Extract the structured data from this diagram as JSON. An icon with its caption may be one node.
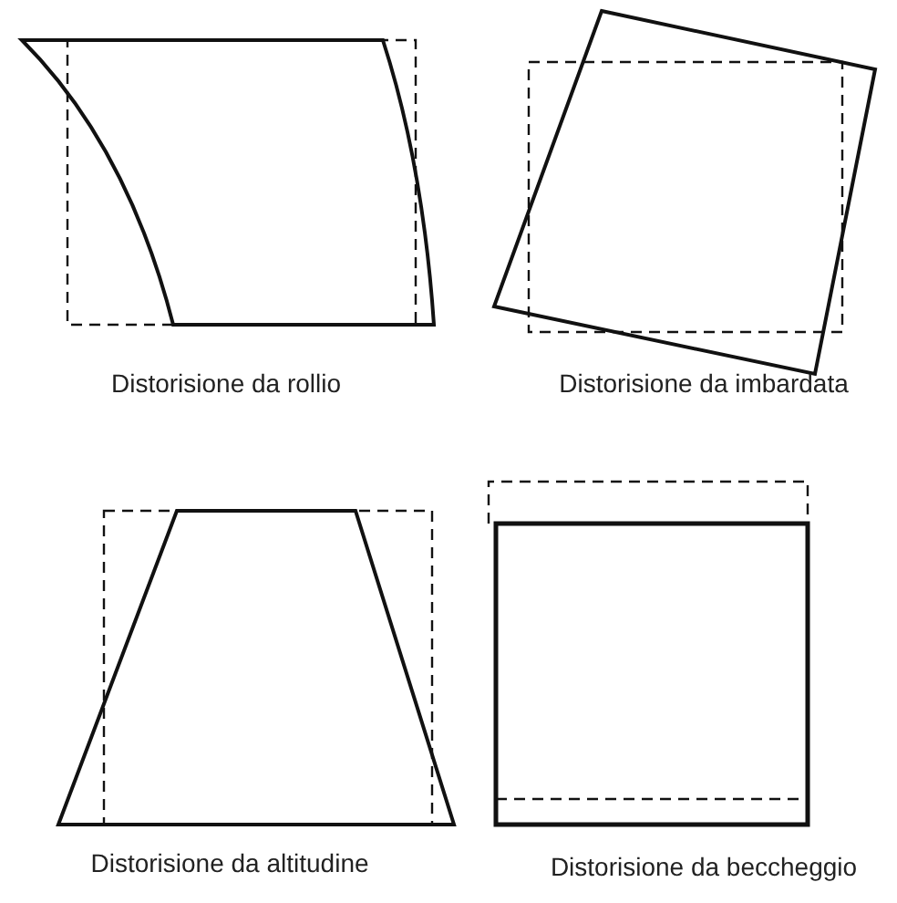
{
  "diagram": {
    "labels": [
      "Distorisione da rollio",
      "Distorisione da imbardata",
      "Distorisione da altitudine",
      "Distorisione da beccheggio"
    ]
  }
}
